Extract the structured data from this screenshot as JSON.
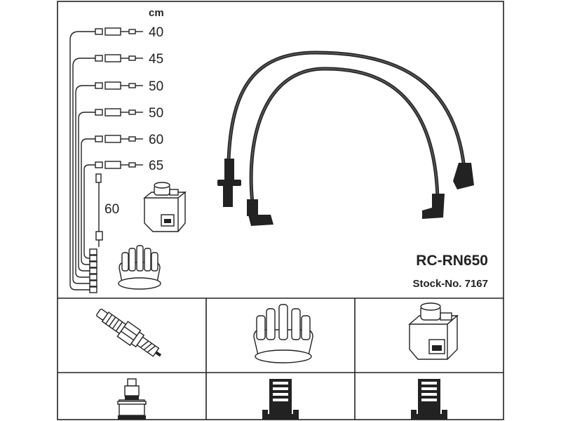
{
  "diagram": {
    "unit_label": "cm",
    "lengths": [
      "40",
      "45",
      "50",
      "50",
      "60",
      "65"
    ],
    "side_lead_length": "60",
    "model": "RC-RN650",
    "stock_number": "Stock-No. 7167"
  },
  "colors": {
    "line": "#222222",
    "background": "#ffffff"
  },
  "icons": [
    "spark-plug-icon",
    "distributor-cap-icon",
    "ignition-coil-icon",
    "plug-terminal-icon",
    "cap-terminal-icon",
    "coil-terminal-icon"
  ]
}
